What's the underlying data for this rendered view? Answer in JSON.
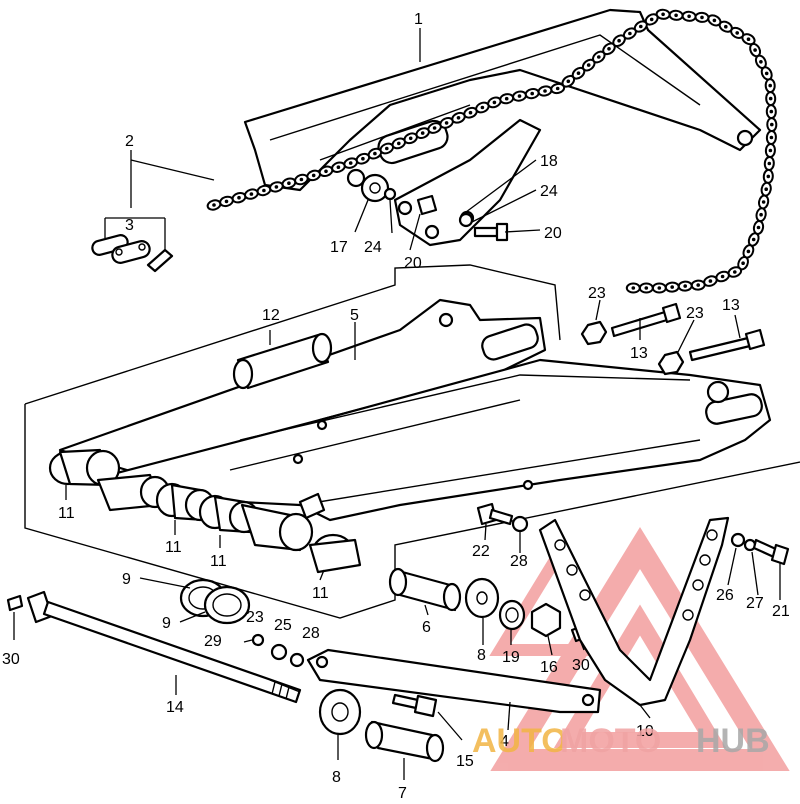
{
  "callouts": [
    {
      "id": "1",
      "text": "1"
    },
    {
      "id": "2",
      "text": "2"
    },
    {
      "id": "3",
      "text": "3"
    },
    {
      "id": "4",
      "text": "4"
    },
    {
      "id": "5",
      "text": "5"
    },
    {
      "id": "6",
      "text": "6"
    },
    {
      "id": "7",
      "text": "7"
    },
    {
      "id": "8a",
      "text": "8"
    },
    {
      "id": "8b",
      "text": "8"
    },
    {
      "id": "9a",
      "text": "9"
    },
    {
      "id": "9b",
      "text": "9"
    },
    {
      "id": "10",
      "text": "10"
    },
    {
      "id": "11a",
      "text": "11"
    },
    {
      "id": "11b",
      "text": "11"
    },
    {
      "id": "11c",
      "text": "11"
    },
    {
      "id": "11d",
      "text": "11"
    },
    {
      "id": "12",
      "text": "12"
    },
    {
      "id": "13a",
      "text": "13"
    },
    {
      "id": "13b",
      "text": "13"
    },
    {
      "id": "14",
      "text": "14"
    },
    {
      "id": "15",
      "text": "15"
    },
    {
      "id": "16",
      "text": "16"
    },
    {
      "id": "17",
      "text": "17"
    },
    {
      "id": "18",
      "text": "18"
    },
    {
      "id": "19",
      "text": "19"
    },
    {
      "id": "20a",
      "text": "20"
    },
    {
      "id": "20b",
      "text": "20"
    },
    {
      "id": "21",
      "text": "21"
    },
    {
      "id": "22",
      "text": "22"
    },
    {
      "id": "23a",
      "text": "23"
    },
    {
      "id": "23b",
      "text": "23"
    },
    {
      "id": "23c",
      "text": "23"
    },
    {
      "id": "24a",
      "text": "24"
    },
    {
      "id": "24b",
      "text": "24"
    },
    {
      "id": "25",
      "text": "25"
    },
    {
      "id": "26",
      "text": "26"
    },
    {
      "id": "27",
      "text": "27"
    },
    {
      "id": "28a",
      "text": "28"
    },
    {
      "id": "28b",
      "text": "28"
    },
    {
      "id": "29",
      "text": "29"
    },
    {
      "id": "30a",
      "text": "30"
    },
    {
      "id": "30b",
      "text": "30"
    }
  ],
  "watermark": {
    "part1": "AUTO",
    "part2": "MOTO",
    "part3": "HUB",
    "color1": "#f2b544",
    "color2": "#f0a3a3",
    "color3": "#a8a8a8",
    "logo_color": "#f08a8a"
  },
  "line_color": "#000000",
  "background": "#ffffff"
}
